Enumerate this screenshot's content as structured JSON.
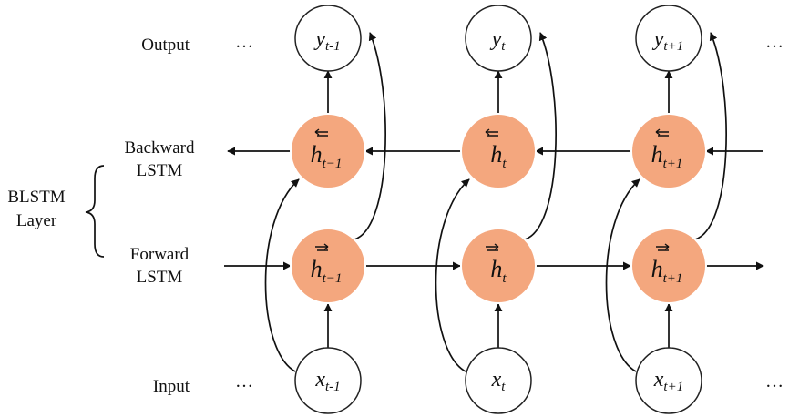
{
  "labels": {
    "output": "Output",
    "backward_line1": "Backward",
    "backward_line2": "LSTM",
    "blstm_line1": "BLSTM",
    "blstm_line2": "Layer",
    "forward_line1": "Forward",
    "forward_line2": "LSTM",
    "input": "Input"
  },
  "ellipsis": "…",
  "columns": [
    {
      "y_base": "y",
      "y_sub": "t-1",
      "x_base": "x",
      "x_sub": "t-1",
      "hb_base": "h",
      "hb_sub": "t−1",
      "hf_base": "h",
      "hf_sub": "t−1"
    },
    {
      "y_base": "y",
      "y_sub": "t",
      "x_base": "x",
      "x_sub": "t",
      "hb_base": "h",
      "hb_sub": "t",
      "hf_base": "h",
      "hf_sub": "t"
    },
    {
      "y_base": "y",
      "y_sub": "t+1",
      "x_base": "x",
      "x_sub": "t+1",
      "hb_base": "h",
      "hb_sub": "t+1",
      "hf_base": "h",
      "hf_sub": "t+1"
    }
  ],
  "colors": {
    "hidden_fill": "#f4a77e",
    "line": "#111111"
  }
}
